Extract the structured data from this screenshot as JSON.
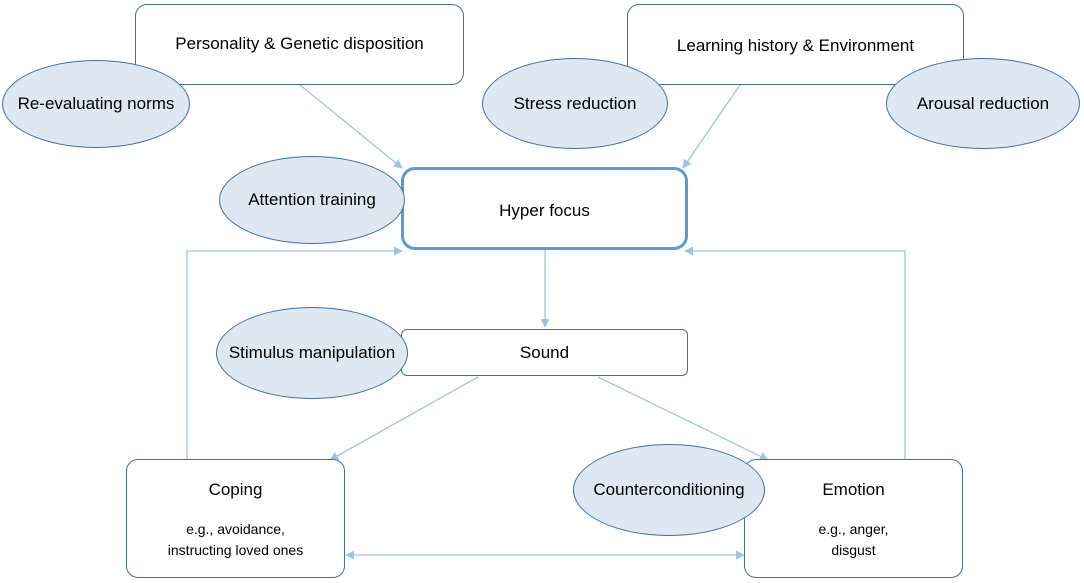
{
  "boxes": {
    "personality": "Personality & Genetic disposition",
    "learning": "Learning history & Environment",
    "hyper_focus": "Hyper focus",
    "sound": "Sound",
    "coping": {
      "title": "Coping",
      "detail_1": "e.g., avoidance,",
      "detail_2": "instructing loved ones"
    },
    "emotion": {
      "title": "Emotion",
      "detail_1": "e.g., anger,",
      "detail_2": "disgust"
    }
  },
  "interventions": {
    "re_evaluating_norms": "Re-evaluating norms",
    "stress_reduction": "Stress reduction",
    "arousal_reduction": "Arousal reduction",
    "attention_training": "Attention training",
    "stimulus_manipulation": "Stimulus manipulation",
    "counterconditioning": "Counterconditioning"
  },
  "colors": {
    "box_border": "#41719c",
    "hyper_focus_border": "#5b9bd5",
    "ellipse_fill": "#dde8f3",
    "arrow": "#9dc3e6"
  }
}
